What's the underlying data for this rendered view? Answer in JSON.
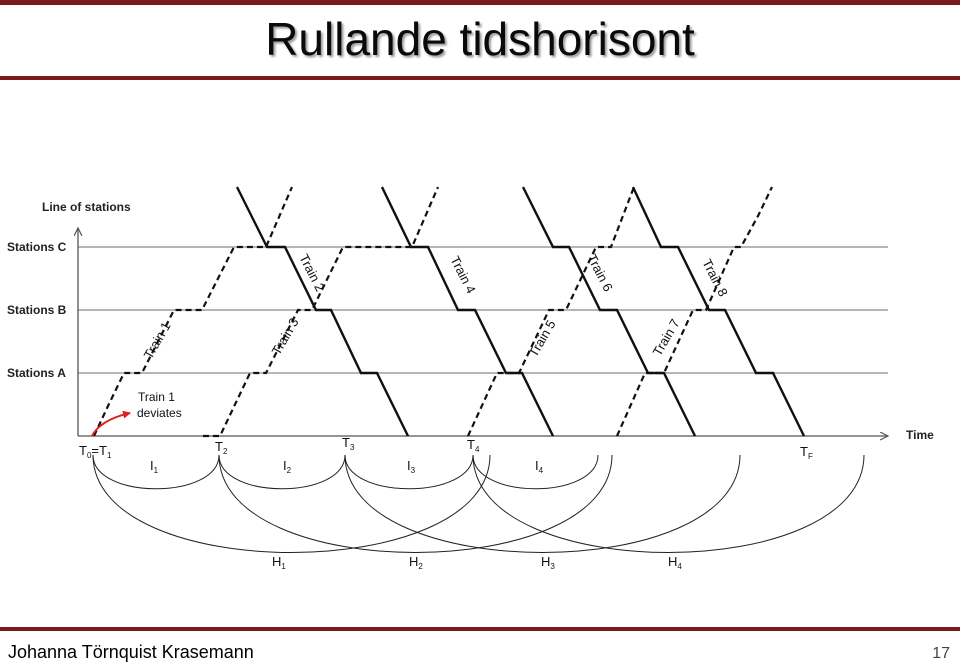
{
  "slide": {
    "title": "Rullande tidshorisont",
    "author": "Johanna Törnquist Krasemann",
    "page_number": "17",
    "accent_color": "#7a1a1a"
  },
  "diagram": {
    "y_axis_label": "Line of stations",
    "x_axis_label": "Time",
    "stations": [
      "Stations C",
      "Stations B",
      "Stations A"
    ],
    "trains": [
      "Train 1",
      "Train 2",
      "Train 3",
      "Train 4",
      "Train 5",
      "Train 6",
      "Train 7",
      "Train 8"
    ],
    "deviation_note_line1": "Train 1",
    "deviation_note_line2": "deviates",
    "deviation_arrow_color": "#e02020",
    "time_points": {
      "t0": "T",
      "t0_sub": "0",
      "t0_eq": "=T",
      "t0_eq_sub": "1",
      "t2": "T",
      "t2_sub": "2",
      "t3": "T",
      "t3_sub": "3",
      "t4": "T",
      "t4_sub": "4",
      "tf": "T",
      "tf_sub": "F"
    },
    "intervals": [
      {
        "main": "I",
        "sub": "1"
      },
      {
        "main": "I",
        "sub": "2"
      },
      {
        "main": "I",
        "sub": "3"
      },
      {
        "main": "I",
        "sub": "4"
      }
    ],
    "horizons": [
      {
        "main": "H",
        "sub": "1"
      },
      {
        "main": "H",
        "sub": "2"
      },
      {
        "main": "H",
        "sub": "3"
      },
      {
        "main": "H",
        "sub": "4"
      }
    ]
  }
}
